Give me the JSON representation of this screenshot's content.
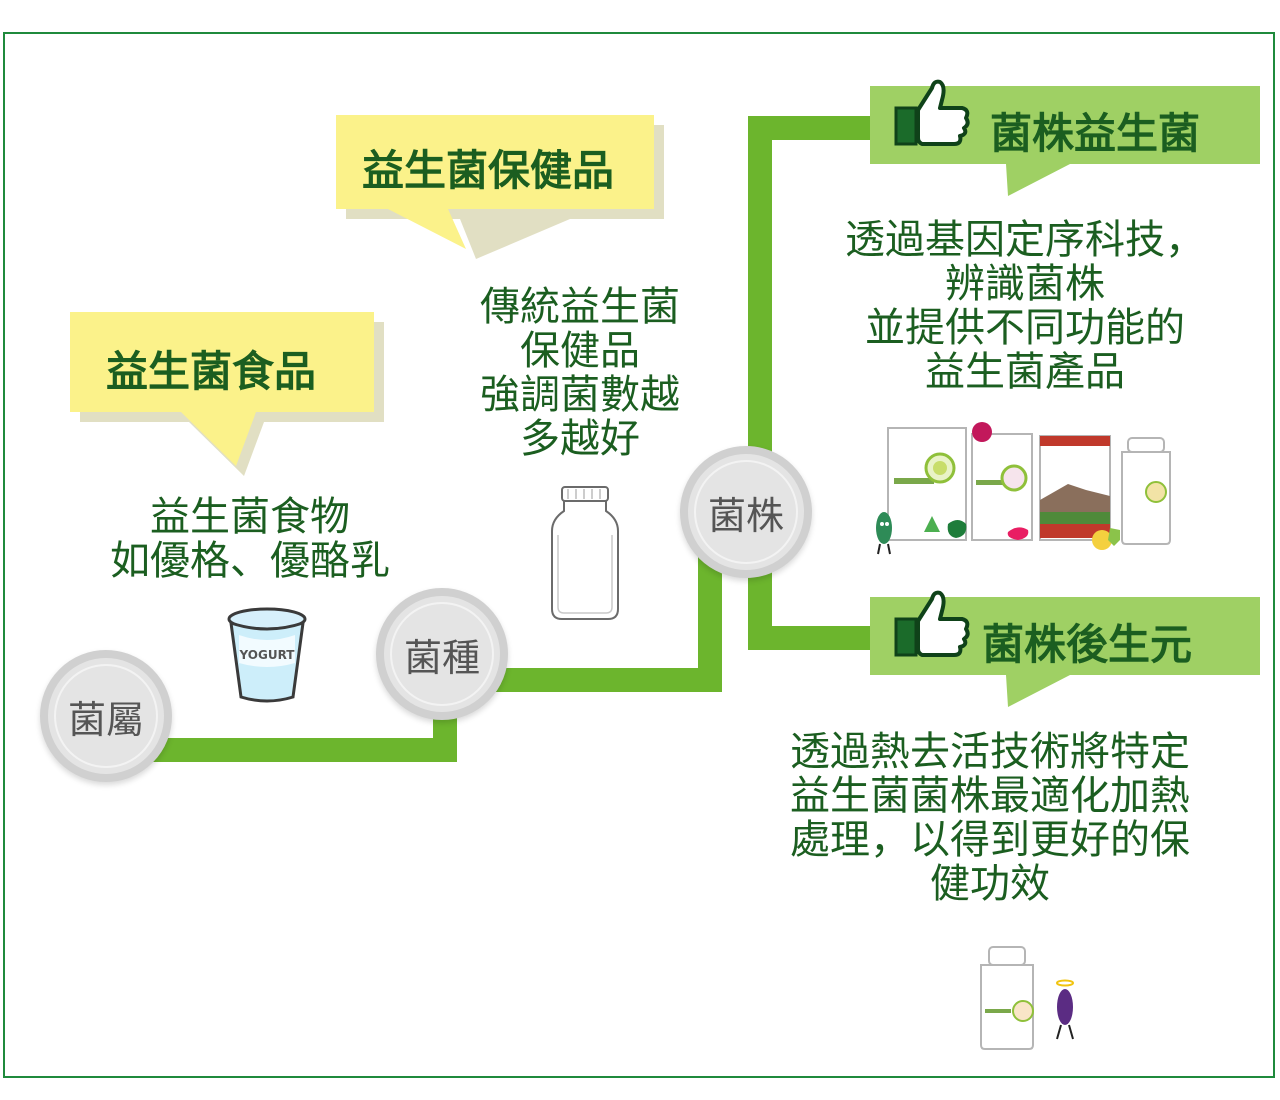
{
  "nodes": {
    "genus": "菌屬",
    "species": "菌種",
    "strain": "菌株"
  },
  "callouts": {
    "food": "益生菌食品",
    "supplement": "益生菌保健品",
    "strain_probiotic": "菌株益生菌",
    "strain_postbiotic": "菌株後生元"
  },
  "descriptions": {
    "food": [
      "益生菌食物",
      "如優格、優酪乳"
    ],
    "supplement": [
      "傳統益生菌",
      "保健品",
      "強調菌數越",
      "多越好"
    ],
    "strain_probiotic": [
      "透過基因定序科技，",
      "辨識菌株",
      "並提供不同功能的",
      "益生菌產品"
    ],
    "strain_postbiotic": [
      "透過熱去活技術將特定",
      "益生菌菌株最適化加熱",
      "處理，以得到更好的保",
      "健功效"
    ]
  },
  "images": {
    "yogurt_text": "YOGURT"
  },
  "colors": {
    "connector": "#6cb52d",
    "yellow_callout": "#fbf28a",
    "green_callout": "#9fd064",
    "text_green": "#1b5e20",
    "frame": "#1f8a3c"
  },
  "icons": [
    "thumbs-up-icon",
    "yogurt-cup-icon",
    "jar-icon",
    "supplement-bottle-icon",
    "product-boxes-icon"
  ]
}
